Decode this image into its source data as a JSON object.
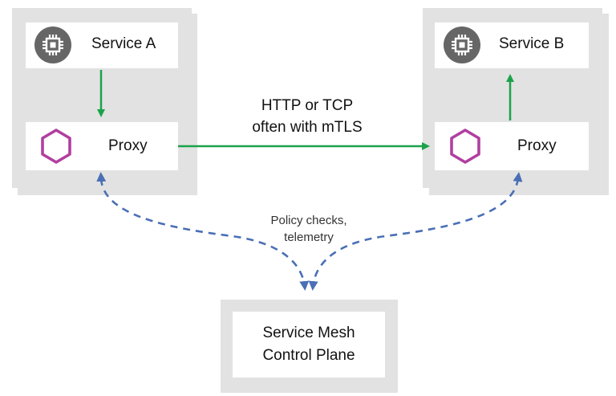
{
  "service_a": {
    "name": "Service A",
    "proxy_label": "Proxy"
  },
  "service_b": {
    "name": "Service B",
    "proxy_label": "Proxy"
  },
  "traffic": {
    "line1": "HTTP or TCP",
    "line2": "often with mTLS"
  },
  "control": {
    "line1": "Policy checks,",
    "line2": "telemetry"
  },
  "control_plane": {
    "line1": "Service Mesh",
    "line2": "Control Plane"
  },
  "icons": {
    "service": "chip-icon",
    "proxy": "hexagon-icon"
  },
  "colors": {
    "data_arrow": "#1aa34a",
    "control_arrow": "#4a6fb5",
    "proxy_hexagon": "#b13fa0",
    "icon_circle": "#666666",
    "panel": "#e2e2e2"
  }
}
